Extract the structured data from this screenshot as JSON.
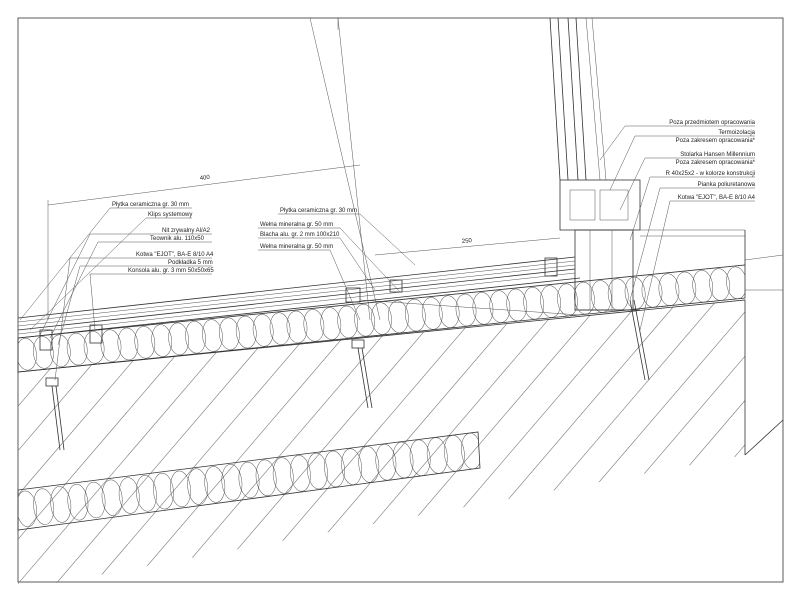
{
  "dimensions": {
    "top": "400",
    "middle": "250"
  },
  "labels_left": [
    "Płytka ceramiczna  gr. 30 mm",
    "Klips systemowy",
    "Nit zrywalny Al/A2",
    "Teownik alu. 110x50",
    "Kotwa \"EJOT\", BA-E 8/10 A4",
    "Podkładka 5 mm",
    "Konsola alu. gr. 3 mm 50x50x65"
  ],
  "labels_middle": [
    "Płytka ceramiczna  gr. 30 mm",
    "Wełna mineralna gr. 50 mm",
    "Blacha alu. gr. 2 mm 100x210",
    "Wełna mineralna gr. 50 mm"
  ],
  "labels_right": [
    "Poza przedmiotem opracowania",
    "Termoizolacja",
    "Poza zakresem opracowania*",
    "Stolarka Hansen Millennium",
    "Poza zakresem opracowania*",
    "R 40x25x2  - w kolorze konstrukcji",
    "Pianka poliuretanowa",
    "Kotwa \"EJOT\", BA-E 8/10 A4"
  ]
}
